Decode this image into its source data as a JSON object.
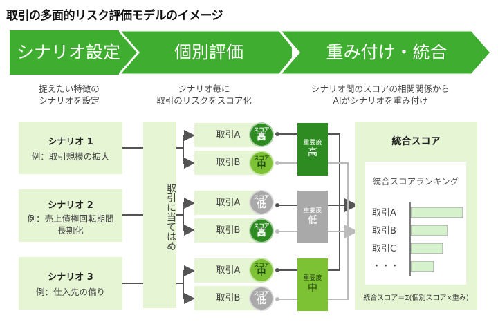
{
  "title": "取引の多面的リスク評価モデルのイメージ",
  "colors": {
    "primary_green": "#3fad2f",
    "dark_green": "#2e8b22",
    "mid_green": "#7dc234",
    "gray": "#a9a9a9",
    "light_green_bg": "#e6f5d3",
    "bar_fill": "#d5f2cc"
  },
  "steps": [
    {
      "label": "シナリオ設定",
      "desc": [
        "捉えたい特徴の",
        "シナリオを設定"
      ]
    },
    {
      "label": "個別評価",
      "desc": [
        "シナリオ毎に",
        "取引のリスクをスコア化"
      ]
    },
    {
      "label": "重み付け・統合",
      "desc": [
        "シナリオ間のスコアの相関関係から",
        "AIがシナリオを重み付け"
      ]
    }
  ],
  "scenarios": [
    {
      "name": "シナリオ 1",
      "example": [
        "例：取引規模の拡大"
      ]
    },
    {
      "name": "シナリオ 2",
      "example": [
        "例：売上債権回転期間",
        "長期化"
      ]
    },
    {
      "name": "シナリオ 3",
      "example": [
        "例：仕入先の偏り"
      ]
    }
  ],
  "apply_label": "取引に当てはめ",
  "score_prefix": "スコア",
  "importance_prefix": "重要度",
  "groups": [
    {
      "transactions": [
        {
          "name": "取引A",
          "score": "高",
          "level": "high"
        },
        {
          "name": "取引B",
          "score": "中",
          "level": "mid"
        }
      ],
      "importance": "高",
      "importance_level": "high"
    },
    {
      "transactions": [
        {
          "name": "取引A",
          "score": "低",
          "level": "low"
        },
        {
          "name": "取引B",
          "score": "高",
          "level": "high"
        }
      ],
      "importance": "低",
      "importance_level": "low"
    },
    {
      "transactions": [
        {
          "name": "取引A",
          "score": "中",
          "level": "mid"
        },
        {
          "name": "取引B",
          "score": "低",
          "level": "low"
        }
      ],
      "importance": "中",
      "importance_level": "mid"
    }
  ],
  "integrated": {
    "title": "統合スコア",
    "ranking_title": "統合スコアランキング",
    "ranking": [
      {
        "label": "取引A",
        "relative_score": 1.0
      },
      {
        "label": "取引B",
        "relative_score": 0.71
      },
      {
        "label": "取引C",
        "relative_score": 0.61
      },
      {
        "label": "・・・",
        "relative_score": 0.44
      }
    ],
    "formula": "統合スコア＝Σ(個別スコア×重み)"
  }
}
